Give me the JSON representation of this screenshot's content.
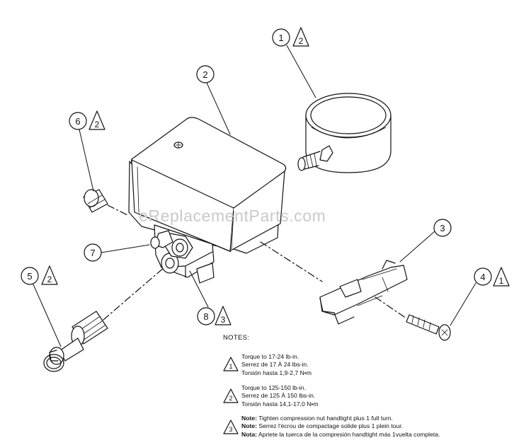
{
  "watermark": "eReplacementParts.com",
  "callouts": {
    "c1": {
      "num": "1",
      "tri": "2"
    },
    "c2": {
      "num": "2"
    },
    "c3": {
      "num": "3"
    },
    "c4": {
      "num": "4",
      "tri": "1"
    },
    "c5": {
      "num": "5",
      "tri": "2"
    },
    "c6": {
      "num": "6",
      "tri": "2"
    },
    "c7": {
      "num": "7"
    },
    "c8": {
      "num": "8",
      "tri": "3"
    }
  },
  "notes": {
    "title": "NOTES:",
    "note1": {
      "icon": "1",
      "lines": [
        "Torque to 17-24 lb-in.",
        "Serrez de 17 À 24 lbs-in.",
        "Torsión hasta 1,9-2,7 N•m"
      ]
    },
    "note2": {
      "icon": "2",
      "lines": [
        "Torque to 125-150 lb-in.",
        "Serrez de 125 À 150 lbs-in.",
        "Torsión hasta 14,1-17,0 N•m"
      ]
    },
    "note3": {
      "icon": "3",
      "label": "Note:",
      "lines": [
        "Tighten compression nut handtight plus 1 full turn.",
        "Serrez l'écrou de compactage solide plus 1 plein tour.",
        "Apriete la tuerca de la compresión handtight más 1vuelta completa."
      ],
      "label_es": "Nota:"
    }
  }
}
